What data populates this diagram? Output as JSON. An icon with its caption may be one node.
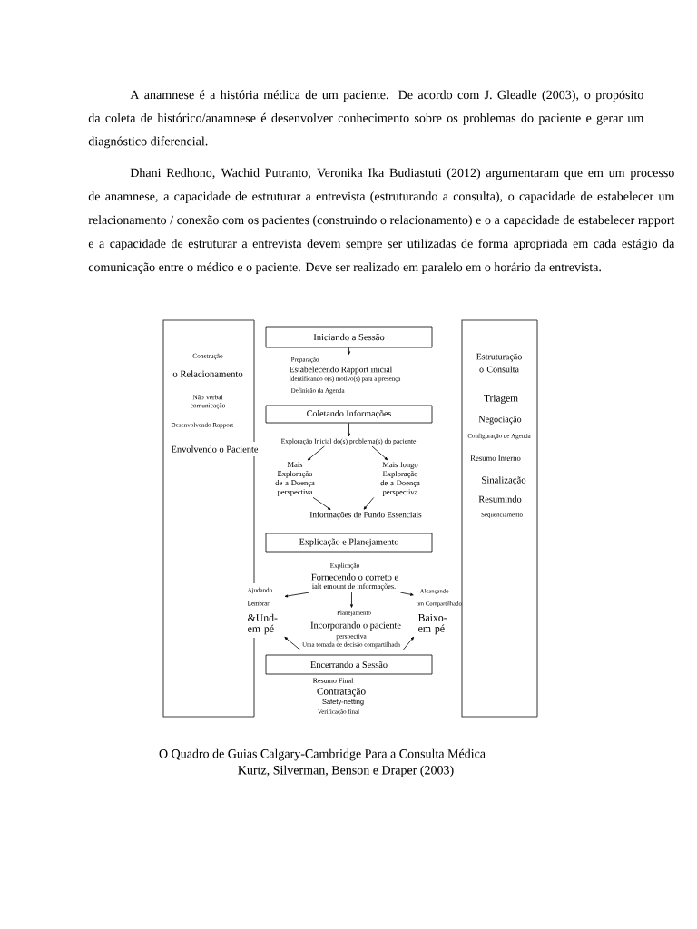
{
  "diagram": {
    "caption": "O Quadro de Guias Calgary-Cambridge Para a Consulta Médica",
    "nodes": [
      {
        "text": [
          "Construção",
          "o Relacionamento",
          "Não verbal comunicação",
          "Desenvolvendo Rapport",
          "Envolvendo o Paciente"
        ]
      },
      {
        "text": [
          "Iniciando a Sessão"
        ]
      },
      {
        "text": [
          "Estruturação o Consulta",
          "Triagem",
          "Negociação",
          "Configuração de Agenda",
          "Resumo Interno",
          "Sinalização",
          "Resumindo",
          "Sequenciamento"
        ]
      },
      {
        "text": [
          "Preparação",
          "Estabelecendo Rapport inicial",
          "Identificando o(s) motivo(s) para a presença",
          "Definição da Agenda"
        ]
      },
      {
        "text": [
          "Coletando Informações"
        ]
      },
      {
        "text": [
          "Exploração Inicial do(s) problema(s) do paciente"
        ]
      },
      {
        "text": [
          "Mais Exploração de a Doença perspectiva"
        ]
      },
      {
        "text": [
          "Mais longo Exploração de a Doença perspectiva"
        ]
      },
      {
        "text": [
          "Informações de Fundo Essenciais"
        ]
      },
      {
        "text": [
          "Explicação e Planejamento"
        ]
      },
      {
        "text": [
          "Explicação",
          "Fornecendo o correto e",
          "ialt emount de informações."
        ]
      },
      {
        "text": [
          "Ajudando",
          "Lembrar",
          "&Und- em pé"
        ]
      },
      {
        "text": [
          "Planejamento",
          "Incorporando o paciente",
          "perspectiva",
          "Uma tomada de decisão compartilhada"
        ]
      },
      {
        "text": [
          "Alcançando",
          "um Compartilhado",
          "Baixo- em pé"
        ]
      },
      {
        "text": [
          "Encerrando a Sessão"
        ],
        "beside": [
          "Resumo Final",
          "Contratação",
          "Safety-netting",
          "Verificação final"
        ]
      }
    ],
    "edges": [
      {
        "from": 1,
        "to": 3,
        "arrow": "to"
      },
      {
        "from": 4,
        "to": 5,
        "arrow": "to"
      },
      {
        "from": 5,
        "to": 6,
        "arrow": "to"
      },
      {
        "from": 5,
        "to": 7,
        "arrow": "to"
      },
      {
        "from": 6,
        "to": 8,
        "arrow": "to"
      },
      {
        "from": 7,
        "to": 8,
        "arrow": "to"
      },
      {
        "from": 10,
        "to": 11,
        "arrow": "to"
      },
      {
        "from": 10,
        "to": 12,
        "arrow": "to"
      },
      {
        "from": 10,
        "to": 13,
        "arrow": "to"
      },
      {
        "from": 12,
        "to": 11,
        "arrow": "to"
      },
      {
        "from": 12,
        "to": 13,
        "arrow": "to"
      }
    ],
    "labels": [
      "A anamnese é a história médica de um paciente. De acordo com J. Gleadle (2003), o propósito da coleta de histórico/anamnese é desenvolver conhecimento sobre os problemas do paciente e gerar um diagnóstico diferencial.",
      "Dhani Redhono, Wachid Putranto, Veronika Ika Budiastuti (2012) argumentaram que em um processo de anamnese, a capacidade de estruturar a entrevista (estruturando a consulta), o capacidade de estabelecer um relacionamento / conexão com os pacientes (construindo o relacionamento) e o a capacidade de estabelecer rapport e a capacidade de estruturar a entrevista devem sempre ser utilizadas de forma apropriada em cada estágio da comunicação entre o médico e o paciente. Deve ser realizado em paralelo em o horário da entrevista.",
      "Kurtz, Silverman, Benson e Draper (2003)"
    ]
  }
}
